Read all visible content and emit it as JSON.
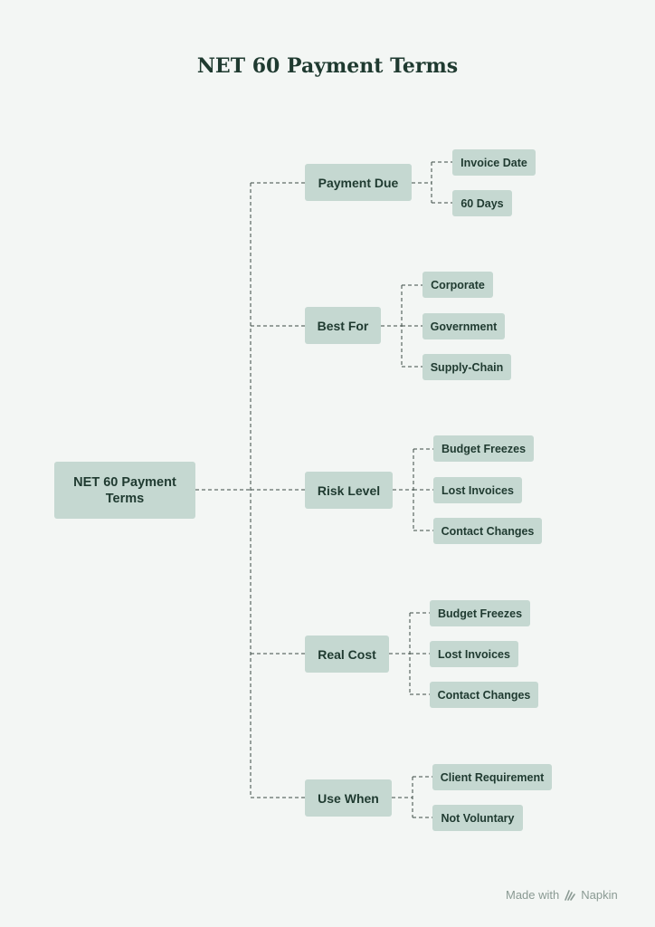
{
  "title": "NET 60 Payment Terms",
  "root": {
    "label": "NET 60 Payment Terms"
  },
  "branches": [
    {
      "label": "Payment Due",
      "leaves": [
        "Invoice Date",
        "60 Days"
      ]
    },
    {
      "label": "Best For",
      "leaves": [
        "Corporate",
        "Government",
        "Supply-Chain"
      ]
    },
    {
      "label": "Risk Level",
      "leaves": [
        "Budget Freezes",
        "Lost Invoices",
        "Contact Changes"
      ]
    },
    {
      "label": "Real Cost",
      "leaves": [
        "Budget Freezes",
        "Lost Invoices",
        "Contact Changes"
      ]
    },
    {
      "label": "Use When",
      "leaves": [
        "Client Requirement",
        "Not Voluntary"
      ]
    }
  ],
  "footer": {
    "made_with": "Made with",
    "brand": "Napkin",
    "brand_icon": "napkin-logo-icon"
  },
  "colors": {
    "background": "#f3f6f4",
    "node_fill": "#c5d8d1",
    "text": "#1f3a30",
    "connector": "#3b4a44",
    "footer": "#8a9a93"
  }
}
